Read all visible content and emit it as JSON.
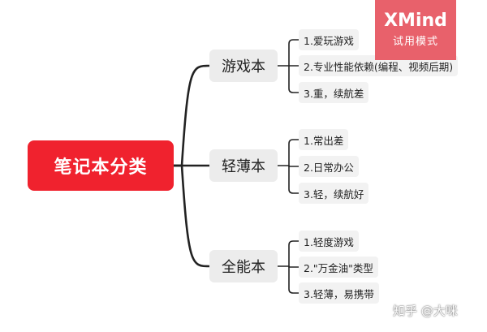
{
  "mindmap": {
    "root": {
      "label": "笔记本分类",
      "color": "#f0222e"
    },
    "line_color": "#222222",
    "branches": [
      {
        "label": "游戏本",
        "children": [
          "1.爱玩游戏",
          "2.专业性能依赖(编程、视频后期)",
          "3.重，续航差"
        ]
      },
      {
        "label": "轻薄本",
        "children": [
          "1.常出差",
          "2.日常办公",
          "3.轻，续航好"
        ]
      },
      {
        "label": "全能本",
        "children": [
          "1.轻度游戏",
          "2.\"万金油\"类型",
          "3.轻薄，易携带"
        ]
      }
    ]
  },
  "badge": {
    "title": "XMind",
    "subtitle": "试用模式",
    "color": "#e8616b"
  },
  "watermark": {
    "text": "知乎 @大咪"
  }
}
